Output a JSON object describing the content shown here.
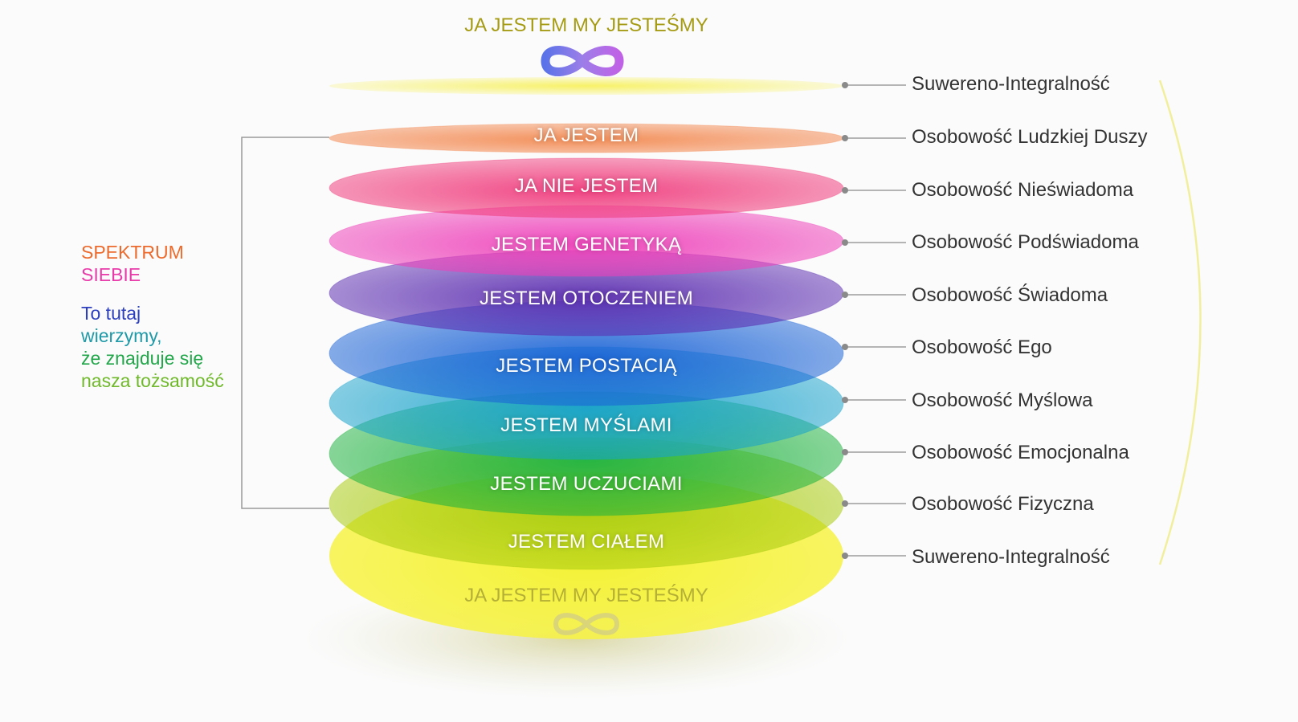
{
  "top_title": "JA JESTEM MY JESTEŚMY",
  "bottom_title": "JA JESTEM MY JESTEŚMY",
  "layers": [
    {
      "label": "JA JESTEM",
      "color": "#f38a52"
    },
    {
      "label": "JA NIE JESTEM",
      "color": "#f03b7c"
    },
    {
      "label": "JESTEM GENETYKĄ",
      "color": "#ee3fb9"
    },
    {
      "label": "JESTEM OTOCZENIEM",
      "color": "#5a2bb0"
    },
    {
      "label": "JESTEM POSTACIĄ",
      "color": "#1a63d6"
    },
    {
      "label": "JESTEM MYŚLAMI",
      "color": "#19a3cc"
    },
    {
      "label": "JESTEM UCZUCIAMI",
      "color": "#1fb340"
    },
    {
      "label": "JESTEM CIAŁEM",
      "color": "#a9cc10"
    }
  ],
  "side_labels": [
    "Suwereno-Integralność",
    "Osobowość Ludzkiej Duszy",
    "Osobowość Nieświadoma",
    "Osobowość Podświadoma",
    "Osobowość Świadoma",
    "Osobowość Ego",
    "Osobowość Myślowa",
    "Osobowość Emocjonalna",
    "Osobowość Fizyczna",
    "Suwereno-Integralność"
  ],
  "left_text": {
    "line1": "SPEKTRUM",
    "line2": "SIEBIE",
    "line3": "To tutaj",
    "line4": "wierzymy,",
    "line5": "że znajduje się",
    "line6": "nasza tożsamość"
  },
  "colors": {
    "spektrum": "#ec6a2c",
    "siebie": "#e93aa9",
    "line3": "#2b3fbf",
    "line4": "#1e9aa8",
    "line5": "#21a64a",
    "line6": "#6fb92a",
    "top_disc": "#f5ee3c",
    "bottom_disc": "#f3f033",
    "bracket": "#f0ee9a"
  },
  "icons": {
    "top": "infinity-icon",
    "bottom": "infinity-icon"
  }
}
